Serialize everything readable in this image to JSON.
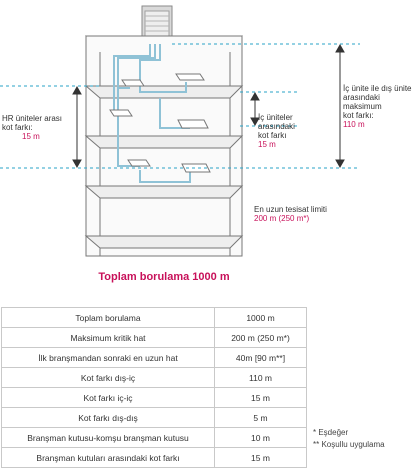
{
  "diagram": {
    "labels": {
      "outdoor_indoor_max": [
        "İç ünite ile dış ünite",
        "arasındaki",
        "maksimum",
        "kot farkı:"
      ],
      "outdoor_indoor_max_value": "110 m",
      "indoor_between": [
        "İç üniteler",
        "arasındaki",
        "kot farkı"
      ],
      "indoor_between_value": "15 m",
      "hr_between": [
        "HR üniteler arası",
        "kot farkı:"
      ],
      "hr_between_value": "15 m",
      "longest_pipe": "En uzun tesisat limiti",
      "longest_pipe_value": "200 m (250 m*)"
    },
    "caption": "Toplam borulama 1000 m",
    "colors": {
      "pipe": "#8fc2d6",
      "dashed_line": "#29a3c7",
      "shelf_outline": "#777777",
      "accent": "#c8115a"
    }
  },
  "table": {
    "rows": [
      {
        "name": "Toplam borulama",
        "value": "1000 m"
      },
      {
        "name": "Maksimum kritik hat",
        "value": "200 m (250 m*)"
      },
      {
        "name": "İlk branşmandan sonraki en uzun hat",
        "value": "40m [90 m**]"
      },
      {
        "name": "Kot farkı dış-iç",
        "value": "110 m"
      },
      {
        "name": "Kot farkı iç-iç",
        "value": "15 m"
      },
      {
        "name": "Kot farkı dış-dış",
        "value": "5 m"
      },
      {
        "name": "Branşman kutusu-komşu branşman kutusu",
        "value": "10 m"
      },
      {
        "name": "Branşman kutuları arasındaki kot farkı",
        "value": "15 m"
      }
    ]
  },
  "notes": [
    "* Eşdeğer",
    "** Koşullu uygulama"
  ]
}
